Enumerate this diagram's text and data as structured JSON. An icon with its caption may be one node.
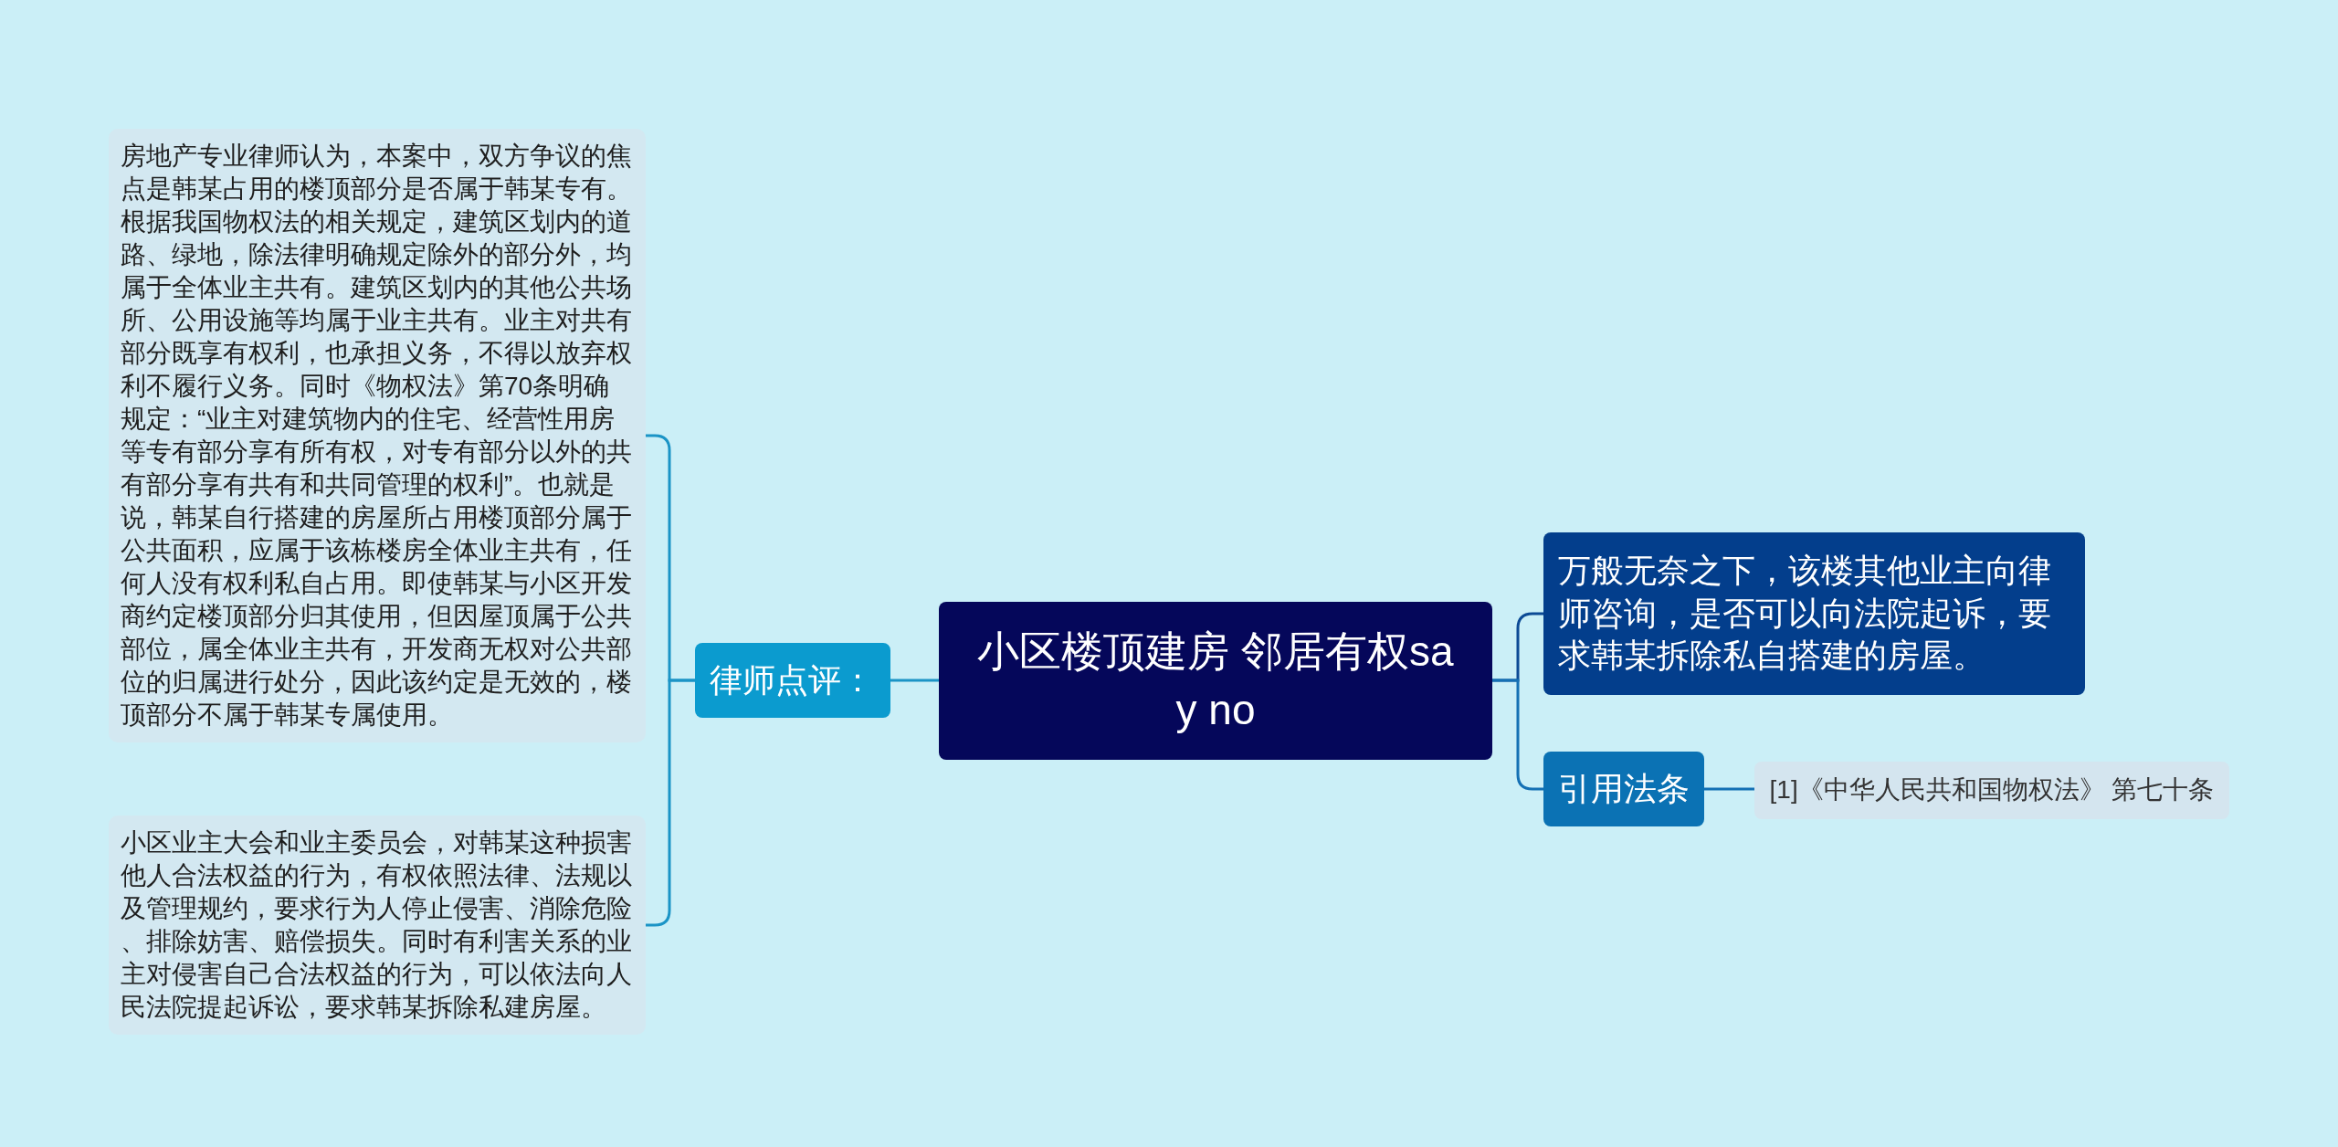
{
  "diagram": {
    "nodes": [
      {
        "text": [
          "小区楼顶建房 邻居有权say no"
        ]
      },
      {
        "text": [
          "律师点评："
        ]
      },
      {
        "text": [
          "房地产专业律师认为，本案中，双方争议的焦点是韩某占用的楼顶部分是否属于韩某专有。根据我国物权法的相关规定，建筑区划内的道路、绿地，除法律明确规定除外的部分外，均属于全体业主共有。建筑区划内的其他公共场所、公用设施等均属于业主共有。业主对共有部分既享有权利，也承担义务，不得以放弃权利不履行义务。同时《物权法》第70条明确规定：“业主对建筑物内的住宅、经营性用房等专有部分享有所有权，对专有部分以外的共有部分享有共有和共同管理的权利”。也就是说，韩某自行搭建的房屋所占用楼顶部分属于公共面积，应属于该栋楼房全体业主共有，任何人没有权利私自占用。即使韩某与小区开发商约定楼顶部分归其使用，但因屋顶属于公共部位，属全体业主共有，开发商无权对公共部位的归属进行处分，因此该约定是无效的，楼顶部分不属于韩某专属使用。"
        ]
      },
      {
        "text": [
          "小区业主大会和业主委员会，对韩某这种损害他人合法权益的行为，有权依照法律、法规以及管理规约，要求行为人停止侵害、消除危险、排除妨害、赔偿损失。同时有利害关系的业主对侵害自己合法权益的行为，可以依法向人民法院提起诉讼，要求韩某拆除私建房屋。"
        ]
      },
      {
        "text": [
          "万般无奈之下，该楼其他业主向律师咨询，是否可以向法院起诉，要求韩某拆除私自搭建的房屋。"
        ]
      },
      {
        "text": [
          "引用法条"
        ]
      },
      {
        "text": [
          "[1]《中华人民共和国物权法》 第七十条"
        ]
      }
    ],
    "edges": [
      {
        "from": 0,
        "to": 1,
        "arrow": "none"
      },
      {
        "from": 1,
        "to": 2,
        "arrow": "none"
      },
      {
        "from": 1,
        "to": 3,
        "arrow": "none"
      },
      {
        "from": 0,
        "to": 4,
        "arrow": "none",
        "color": "#0c4a95"
      },
      {
        "from": 0,
        "to": 5,
        "arrow": "none",
        "color": "#1470b4"
      },
      {
        "from": 5,
        "to": 6,
        "arrow": "none",
        "color": "#1470b4"
      }
    ]
  }
}
